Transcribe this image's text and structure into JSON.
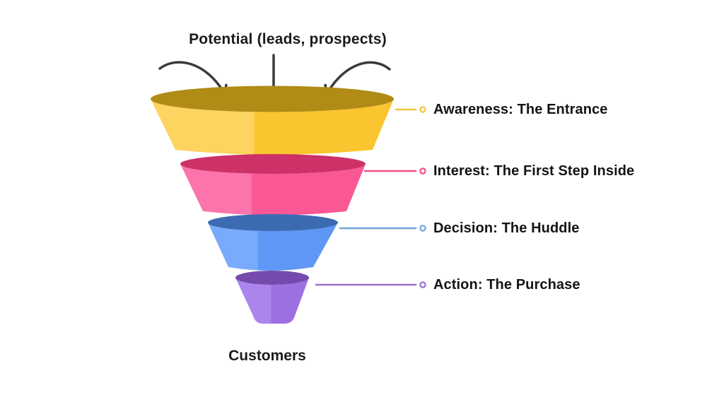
{
  "title": {
    "text": "Potential (leads, prospects)"
  },
  "footer": {
    "text": "Customers"
  },
  "funnel": {
    "arrow_color": "#3A3A3C",
    "text_color": "#141416",
    "stages": [
      {
        "id": "awareness",
        "label": "Awareness: The Entrance",
        "body_color": "#FBC52F",
        "body_light": "#FDD45F",
        "top_color": "#B08B16",
        "line_color": "#F1C63F"
      },
      {
        "id": "interest",
        "label": "Interest: The First Step Inside",
        "body_color": "#FA5795",
        "body_light": "#FC74AB",
        "top_color": "#CD3167",
        "line_color": "#EE4E84"
      },
      {
        "id": "decision",
        "label": "Decision: The Huddle",
        "body_color": "#5F97F6",
        "body_light": "#79AAFB",
        "top_color": "#3D6BB1",
        "line_color": "#74A3D9"
      },
      {
        "id": "action",
        "label": "Action: The Purchase",
        "body_color": "#9D70E2",
        "body_light": "#AC85EC",
        "top_color": "#744BAD",
        "line_color": "#9C6FD3"
      }
    ]
  }
}
